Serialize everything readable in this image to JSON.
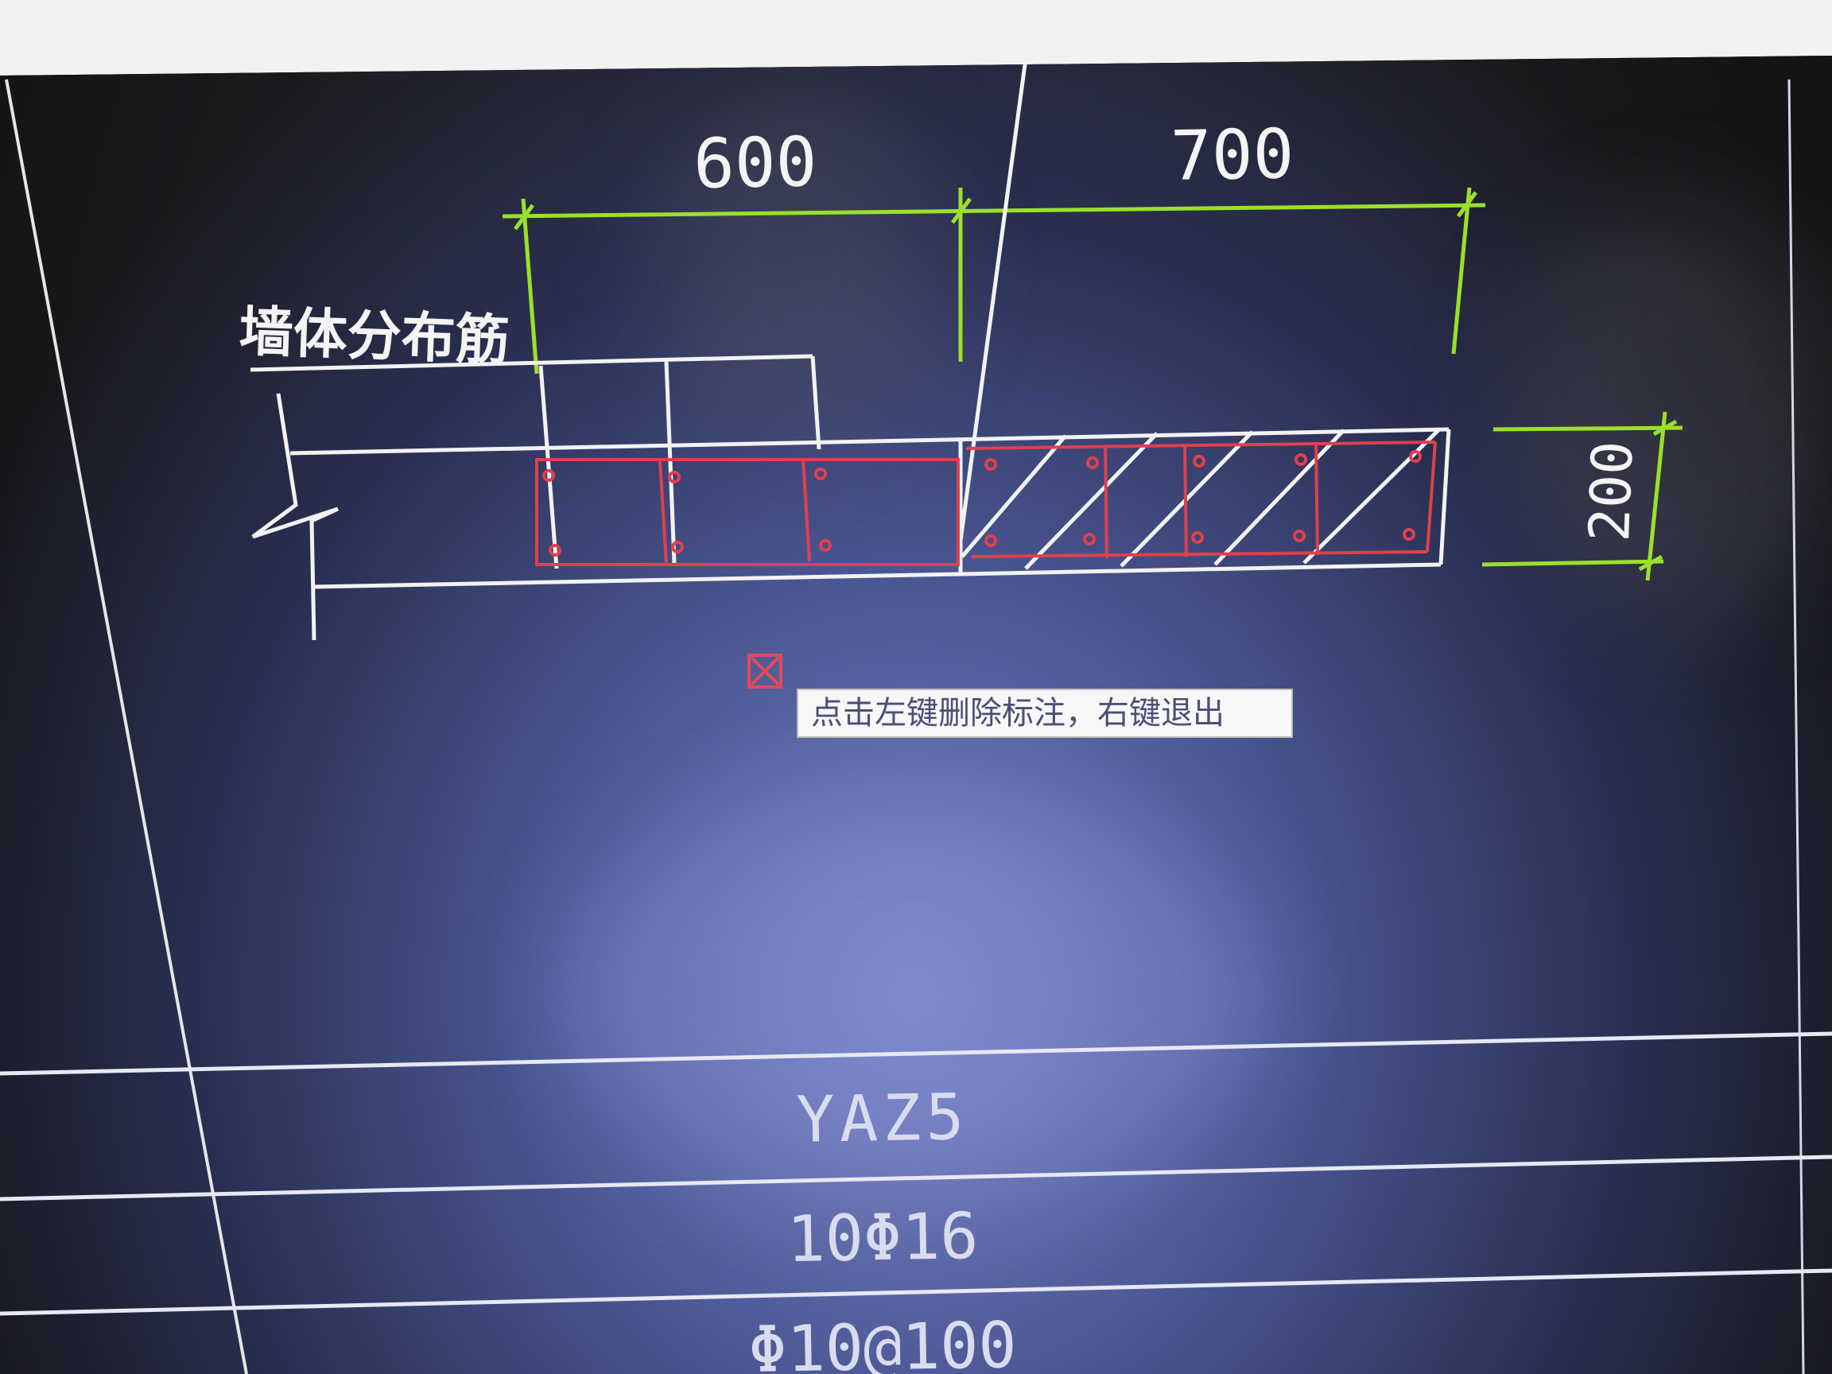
{
  "drawing": {
    "dimensions": {
      "left_span": "600",
      "right_span": "700",
      "thickness": "200"
    },
    "wall_label": "墙体分布筋"
  },
  "tooltip": {
    "text": "点击左键删除标注，右键退出"
  },
  "table": {
    "column_name": "YAZ5",
    "longitudinal_rebar": "10Φ16",
    "stirrup": "Φ10@100"
  },
  "colors": {
    "dimension_line": "#9be02a",
    "rebar": "#e0404c",
    "outline": "#f2f2f2",
    "tooltip_text": "#4b4f78"
  },
  "icons": {
    "cursor": "delete-box-cursor-icon",
    "break_line": "zigzag-break-icon"
  }
}
